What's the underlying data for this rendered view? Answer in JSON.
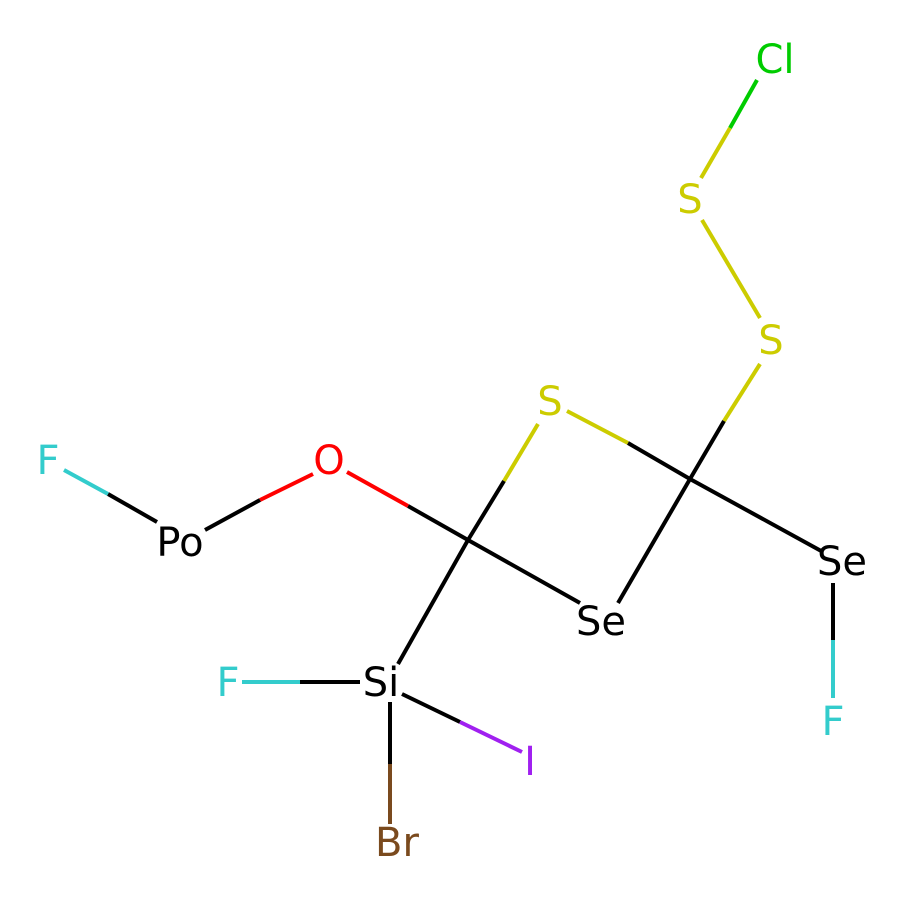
{
  "molecule": {
    "atoms": [
      {
        "id": "cl1",
        "label": "Cl",
        "color": "#00CC00"
      },
      {
        "id": "s1",
        "label": "S",
        "color": "#CCCC00"
      },
      {
        "id": "s2",
        "label": "S",
        "color": "#CCCC00"
      },
      {
        "id": "s3",
        "label": "S",
        "color": "#CCCC00"
      },
      {
        "id": "f1",
        "label": "F",
        "color": "#33CCCC"
      },
      {
        "id": "o1",
        "label": "O",
        "color": "#FF0000"
      },
      {
        "id": "po1",
        "label": "Po",
        "color": "#000000"
      },
      {
        "id": "se1",
        "label": "Se",
        "color": "#000000"
      },
      {
        "id": "se2",
        "label": "Se",
        "color": "#000000"
      },
      {
        "id": "f2",
        "label": "F",
        "color": "#33CCCC"
      },
      {
        "id": "si1",
        "label": "Si",
        "color": "#000000"
      },
      {
        "id": "f3",
        "label": "F",
        "color": "#33CCCC"
      },
      {
        "id": "i1",
        "label": "I",
        "color": "#A020F0"
      },
      {
        "id": "br1",
        "label": "Br",
        "color": "#7A4A1E"
      }
    ],
    "bond_color_default": "#000000"
  }
}
